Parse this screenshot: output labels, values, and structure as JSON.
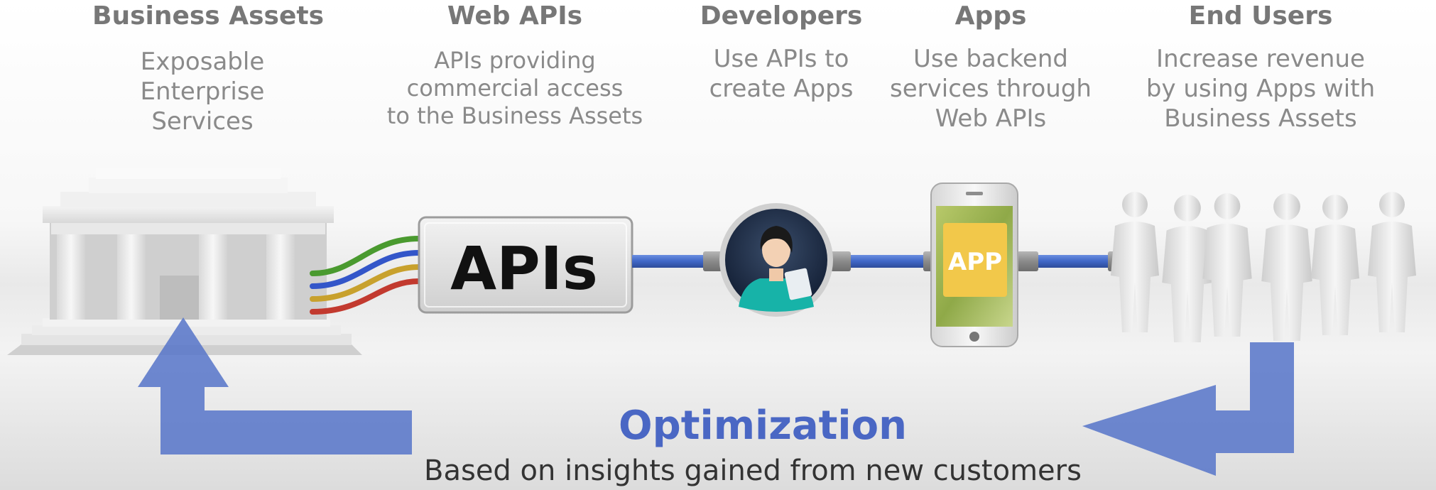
{
  "columns": [
    {
      "title": "Business Assets",
      "description": "Exposable Enterprise\nServices"
    },
    {
      "title": "Web APIs",
      "description": "APIs providing\ncommercial access\nto the Business Assets"
    },
    {
      "title": "Developers",
      "description": "Use APIs to\ncreate Apps"
    },
    {
      "title": "Apps",
      "description": "Use backend\nservices through\nWeb APIs"
    },
    {
      "title": "End Users",
      "description": "Increase revenue\nby using Apps with\nBusiness Assets"
    }
  ],
  "api_box_label": "APIs",
  "app_label": "APP",
  "optimization": {
    "title": "Optimization",
    "subtitle": "Based on insights gained from new customers"
  },
  "colors": {
    "arrow": "#5a78c9",
    "cable": "#3f66c6",
    "wires": [
      "#4a9a2f",
      "#3356c9",
      "#c8a12d",
      "#c23a2f"
    ],
    "app_tile": "#f2c84a",
    "optimization_title": "#4a67c4"
  },
  "icons": [
    "bank-building-icon",
    "api-box-icon",
    "developer-avatar-icon",
    "smartphone-icon",
    "users-group-icon",
    "feedback-arrow-icon"
  ]
}
